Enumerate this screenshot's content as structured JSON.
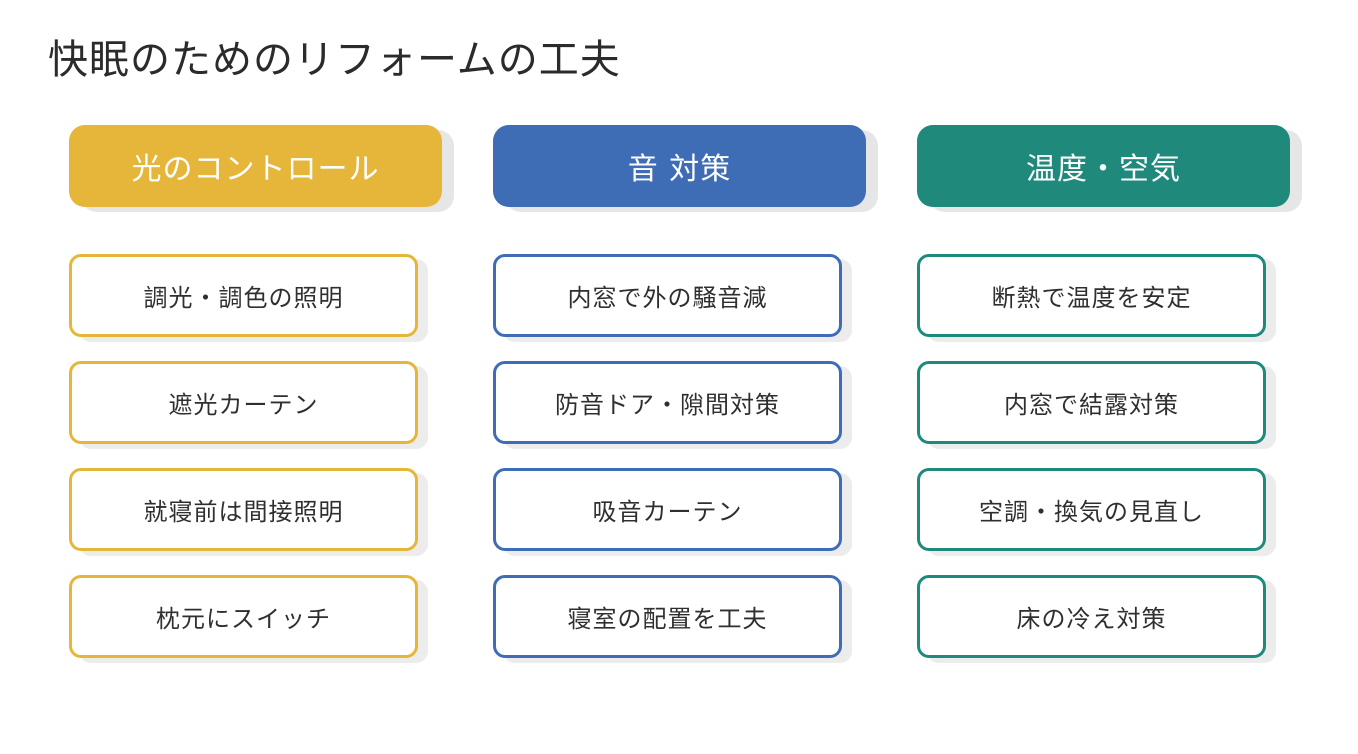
{
  "title": "快眠のためのリフォームの工夫",
  "colors": {
    "light": "#E6B63A",
    "sound": "#3E6DB5",
    "temperature": "#1F8A7C"
  },
  "columns": [
    {
      "key": "light",
      "header": "光のコントロール",
      "items": [
        "調光・調色の照明",
        "遮光カーテン",
        "就寝前は間接照明",
        "枕元にスイッチ"
      ]
    },
    {
      "key": "sound",
      "header": "音 対策",
      "items": [
        "内窓で外の騒音減",
        "防音ドア・隙間対策",
        "吸音カーテン",
        "寝室の配置を工夫"
      ]
    },
    {
      "key": "temperature",
      "header": "温度・空気",
      "items": [
        "断熱で温度を安定",
        "内窓で結露対策",
        "空調・換気の見直し",
        "床の冷え対策"
      ]
    }
  ]
}
